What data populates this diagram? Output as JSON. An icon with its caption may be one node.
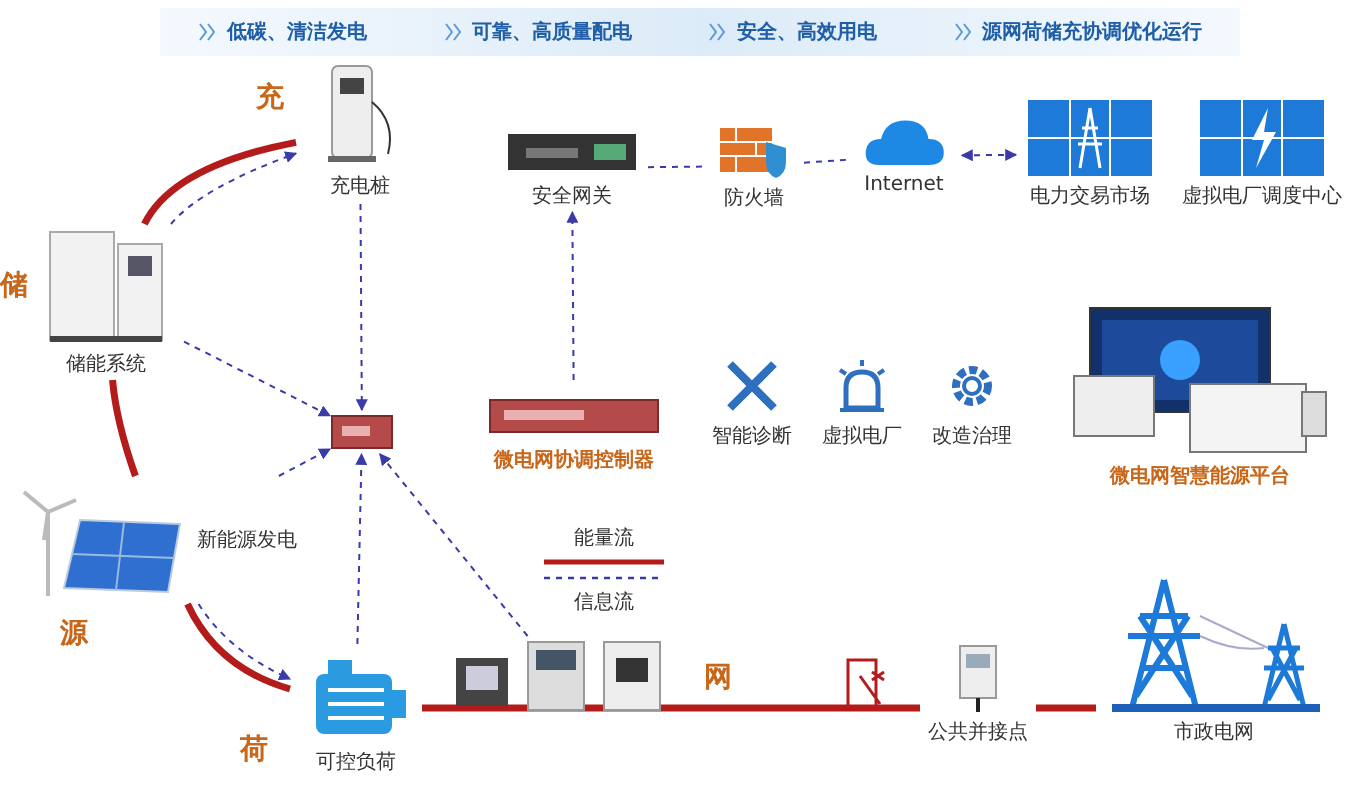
{
  "diagram": {
    "nodes": [
      {
        "text": [
          "充电桩"
        ]
      },
      {
        "text": [
          "安全网关"
        ]
      },
      {
        "text": [
          "防火墙"
        ]
      },
      {
        "text": [
          "Internet"
        ]
      },
      {
        "text": [
          "电力交易市场"
        ]
      },
      {
        "text": [
          "虚拟电厂调度中心"
        ]
      },
      {
        "text": [
          "储能系统"
        ]
      },
      {
        "text": [
          "微电网协调控制器"
        ]
      },
      {
        "text": [],
        "shape": "picture"
      },
      {
        "text": [
          "智能诊断"
        ]
      },
      {
        "text": [
          "虚拟电厂"
        ]
      },
      {
        "text": [
          "改造治理"
        ]
      },
      {
        "text": [
          "微电网智慧能源平台"
        ]
      },
      {
        "text": [
          "新能源发电"
        ]
      },
      {
        "text": [
          "可控负荷"
        ]
      },
      {
        "text": [],
        "shape": "picture"
      },
      {
        "text": [
          "公共并接点"
        ]
      },
      {
        "text": [
          "市政电网"
        ]
      }
    ],
    "edges": [
      {
        "from": 6,
        "to": 0,
        "arrow": "none",
        "style": "thick",
        "color": "#b41c1c"
      },
      {
        "from": 6,
        "to": 13,
        "arrow": "none",
        "style": "thick",
        "color": "#b41c1c"
      },
      {
        "from": 13,
        "to": 14,
        "arrow": "none",
        "style": "thick",
        "color": "#b41c1c"
      },
      {
        "from": 14,
        "to": 16,
        "arrow": "none",
        "style": "thick",
        "color": "#b41c1c"
      },
      {
        "from": 16,
        "to": 17,
        "arrow": "none",
        "style": "thick",
        "color": "#b41c1c"
      },
      {
        "from": 0,
        "to": 8,
        "arrow": "to",
        "style": "dashed"
      },
      {
        "from": 6,
        "to": 8,
        "arrow": "to",
        "style": "dashed"
      },
      {
        "from": 13,
        "to": 8,
        "arrow": "to",
        "style": "dashed"
      },
      {
        "from": 14,
        "to": 8,
        "arrow": "to",
        "style": "dashed"
      },
      {
        "from": 15,
        "to": 8,
        "arrow": "to",
        "style": "dashed"
      },
      {
        "from": 7,
        "to": 1,
        "arrow": "to",
        "style": "dashed"
      },
      {
        "from": 1,
        "to": 2,
        "arrow": "none",
        "style": "dashed"
      },
      {
        "from": 2,
        "to": 3,
        "arrow": "none",
        "style": "dashed"
      },
      {
        "from": 3,
        "to": 4,
        "arrow": "both",
        "style": "dashed"
      },
      {
        "from": 6,
        "to": 0,
        "arrow": "to",
        "style": "dashed"
      },
      {
        "from": 13,
        "to": 14,
        "arrow": "to",
        "style": "dashed"
      }
    ],
    "labels": [
      "低碳、清洁发电",
      "可靠、高质量配电",
      "安全、高效用电",
      "源网荷储充协调优化运行",
      "充",
      "储",
      "源",
      "荷",
      "网"
    ],
    "legend": [
      {
        "text": "能量流"
      },
      {
        "text": "信息流"
      }
    ]
  }
}
